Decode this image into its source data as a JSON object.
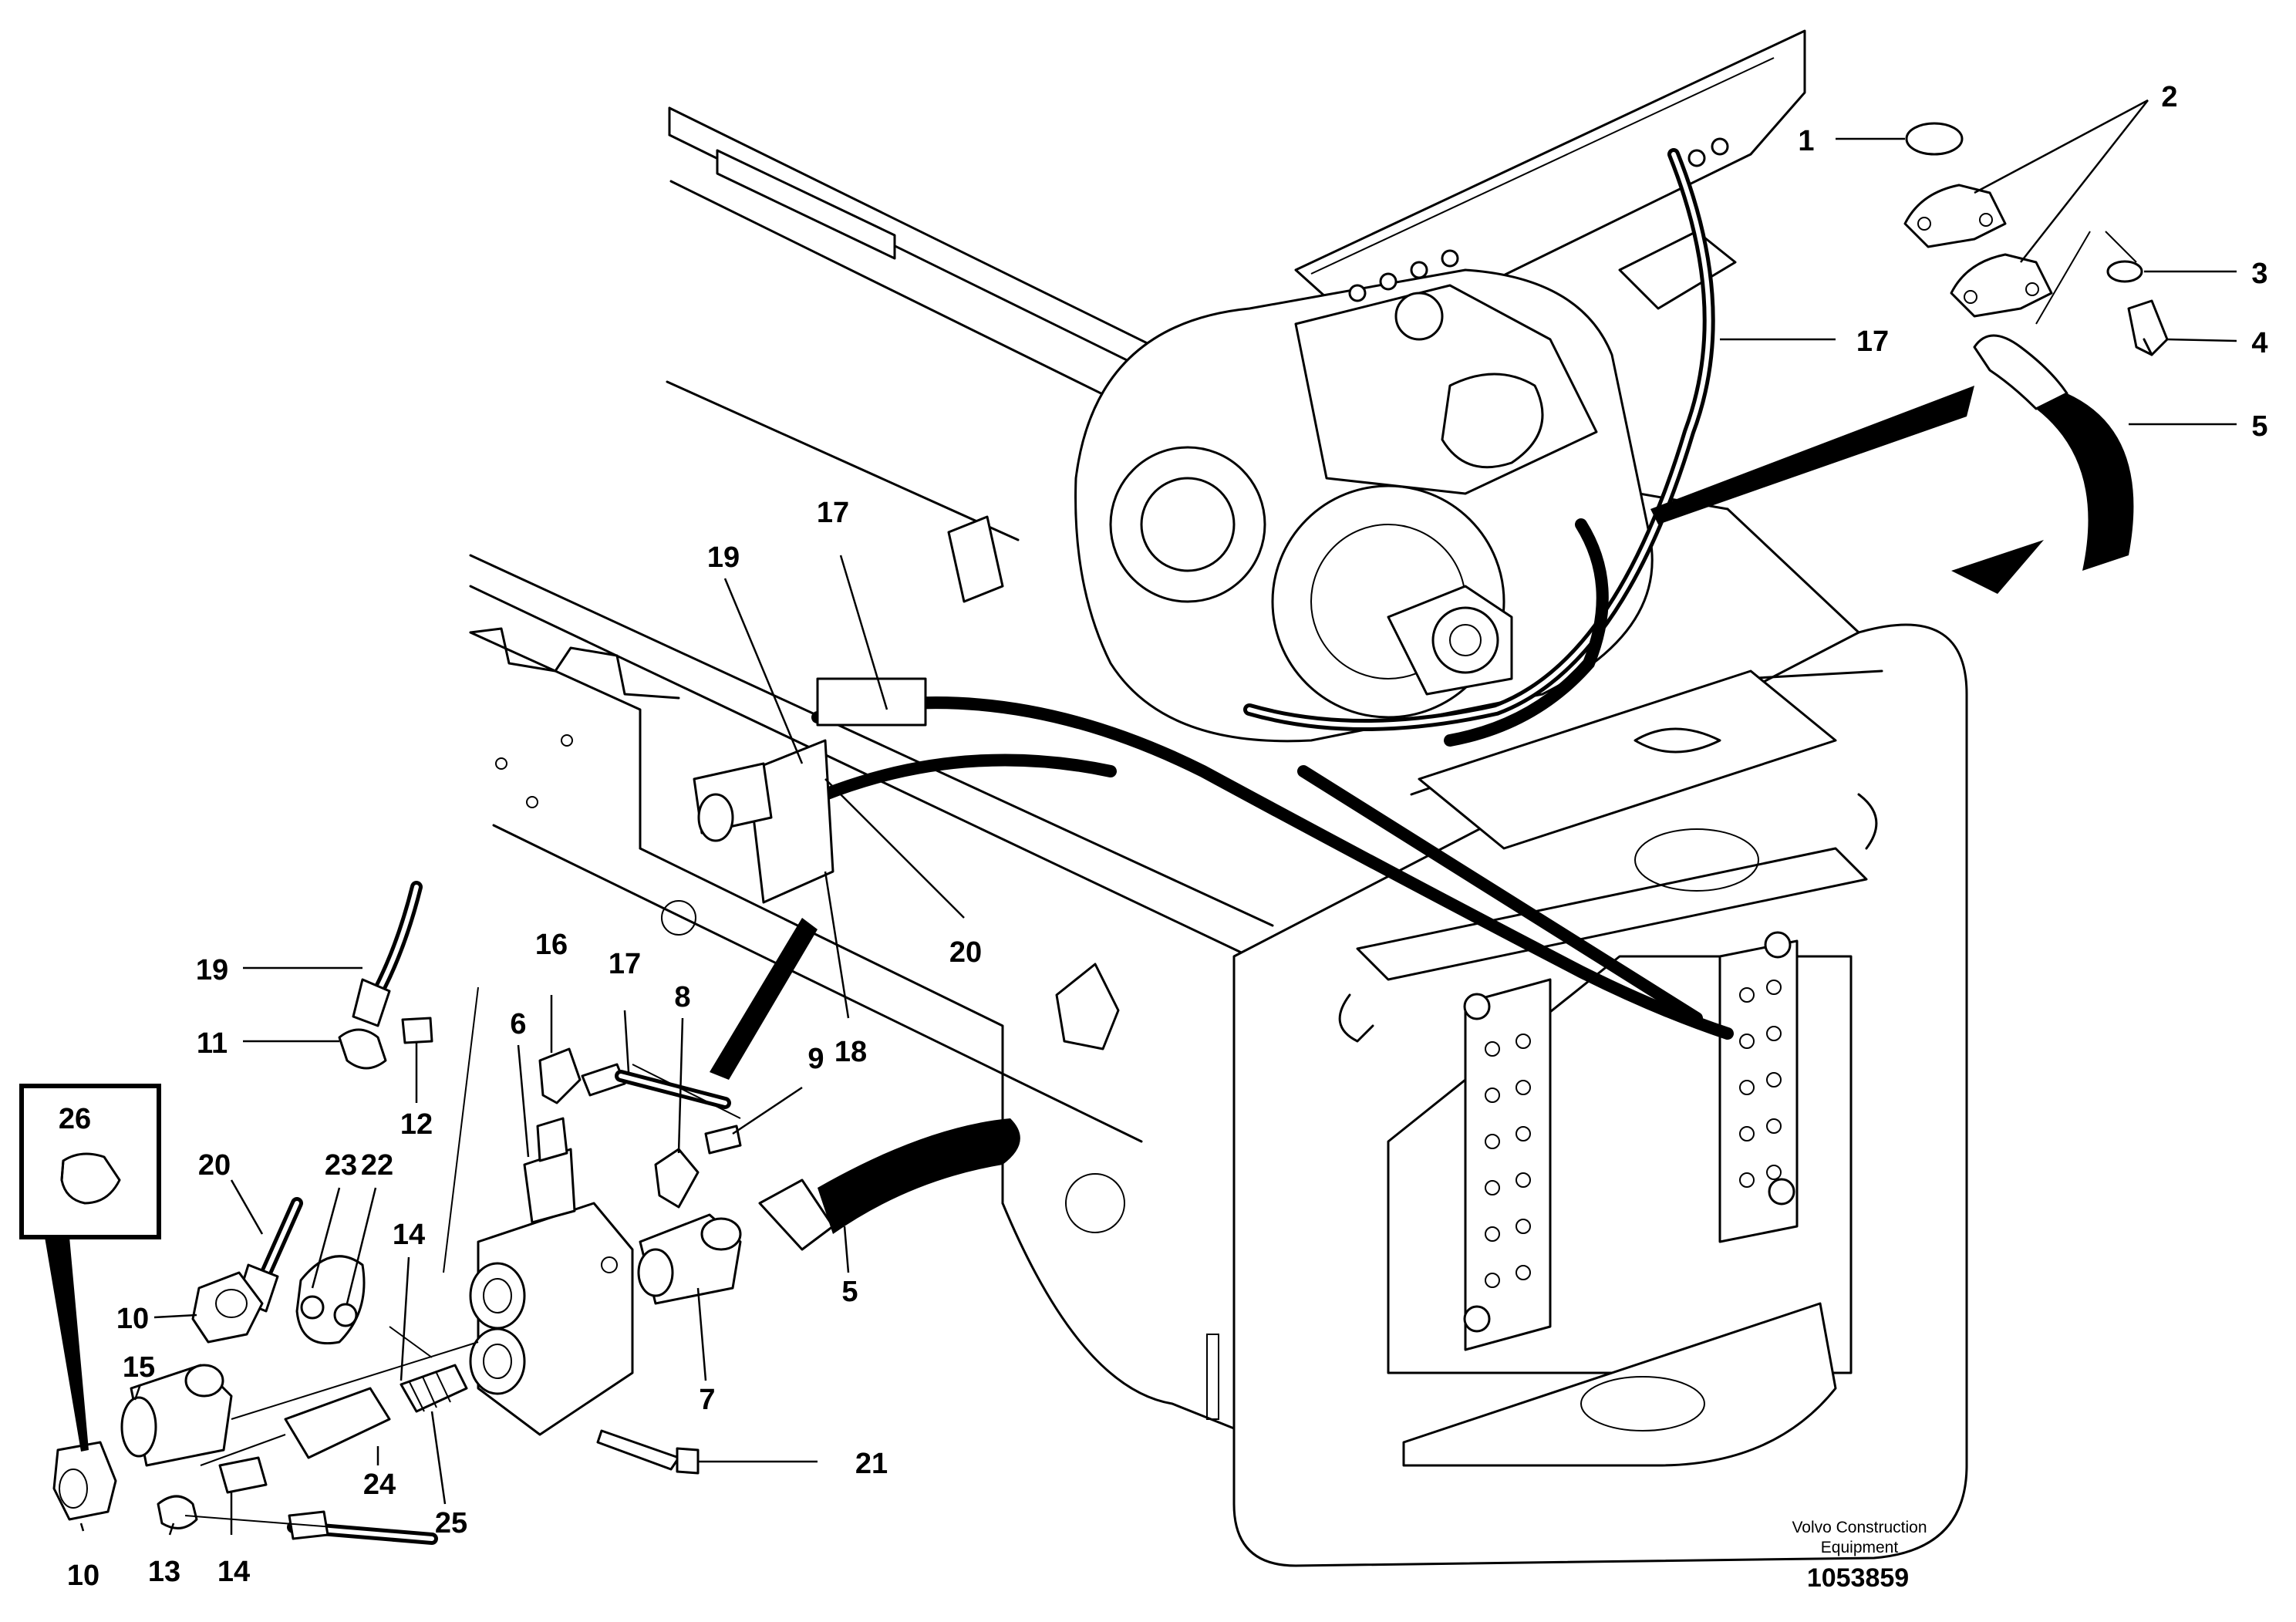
{
  "callouts": [
    {
      "id": "c1",
      "label": "1"
    },
    {
      "id": "c2",
      "label": "2"
    },
    {
      "id": "c3",
      "label": "3"
    },
    {
      "id": "c4",
      "label": "4"
    },
    {
      "id": "c5a",
      "label": "5"
    },
    {
      "id": "c17a",
      "label": "17"
    },
    {
      "id": "c17b",
      "label": "17"
    },
    {
      "id": "c19a",
      "label": "19"
    },
    {
      "id": "c20a",
      "label": "20"
    },
    {
      "id": "c18",
      "label": "18"
    },
    {
      "id": "c19b",
      "label": "19"
    },
    {
      "id": "c11",
      "label": "11"
    },
    {
      "id": "c12",
      "label": "12"
    },
    {
      "id": "c16",
      "label": "16"
    },
    {
      "id": "c17c",
      "label": "17"
    },
    {
      "id": "c8",
      "label": "8"
    },
    {
      "id": "c6",
      "label": "6"
    },
    {
      "id": "c9",
      "label": "9"
    },
    {
      "id": "c26",
      "label": "26"
    },
    {
      "id": "c20b",
      "label": "20"
    },
    {
      "id": "c23",
      "label": "23"
    },
    {
      "id": "c22",
      "label": "22"
    },
    {
      "id": "c14a",
      "label": "14"
    },
    {
      "id": "c10a",
      "label": "10"
    },
    {
      "id": "c15",
      "label": "15"
    },
    {
      "id": "c7",
      "label": "7"
    },
    {
      "id": "c5b",
      "label": "5"
    },
    {
      "id": "c24",
      "label": "24"
    },
    {
      "id": "c25",
      "label": "25"
    },
    {
      "id": "c21",
      "label": "21"
    },
    {
      "id": "c10b",
      "label": "10"
    },
    {
      "id": "c13",
      "label": "13"
    },
    {
      "id": "c14b",
      "label": "14"
    }
  ],
  "footer": {
    "brand_line1": "Volvo Construction",
    "brand_line2": "Equipment",
    "doc_number": "1053859"
  }
}
